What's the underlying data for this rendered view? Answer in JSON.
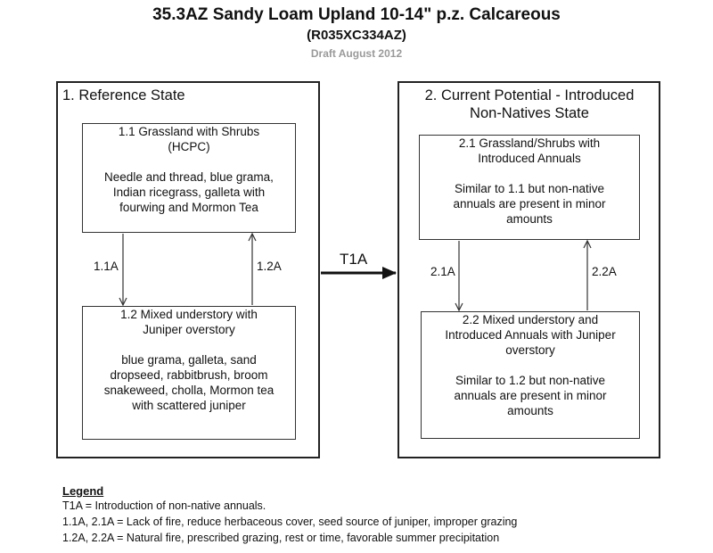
{
  "header": {
    "title": "35.3AZ Sandy Loam Upland 10-14\" p.z. Calcareous",
    "subtitle": "(R035XC334AZ)",
    "draft": "Draft August 2012"
  },
  "states": [
    {
      "title_lines": [
        "1. Reference State"
      ],
      "communities": [
        {
          "lines": [
            "1.1 Grassland with Shrubs",
            "(HCPC)",
            "",
            "Needle and thread, blue grama,",
            "Indian ricegrass, galleta with",
            "fourwing and Mormon Tea"
          ]
        },
        {
          "lines": [
            "1.2 Mixed understory with",
            "Juniper overstory",
            "",
            "blue grama, galleta, sand",
            "dropseed, rabbitbrush, broom",
            "snakeweed, cholla, Mormon tea",
            "with scattered juniper"
          ]
        }
      ]
    },
    {
      "title_lines": [
        "2. Current Potential - Introduced",
        "Non-Natives State"
      ],
      "communities": [
        {
          "lines": [
            "2.1 Grassland/Shrubs with",
            "Introduced Annuals",
            "",
            "Similar to 1.1 but non-native",
            "annuals are present in minor",
            "amounts"
          ]
        },
        {
          "lines": [
            "2.2 Mixed understory and",
            "Introduced Annuals with Juniper",
            "overstory",
            "",
            "Similar to 1.2 but non-native",
            "annuals are present in minor",
            "amounts"
          ]
        }
      ]
    }
  ],
  "transitions": {
    "t1_1a": "1.1A",
    "t1_2a": "1.2A",
    "t2_1a": "2.1A",
    "t2_2a": "2.2A",
    "t_t1a": "T1A"
  },
  "legend": {
    "heading": "Legend",
    "items": [
      "T1A = Introduction of non-native annuals.",
      "1.1A, 2.1A = Lack of fire, reduce herbaceous cover, seed source of juniper, improper grazing",
      "1.2A, 2.2A = Natural fire, prescribed grazing, rest or time, favorable summer precipitation"
    ]
  }
}
